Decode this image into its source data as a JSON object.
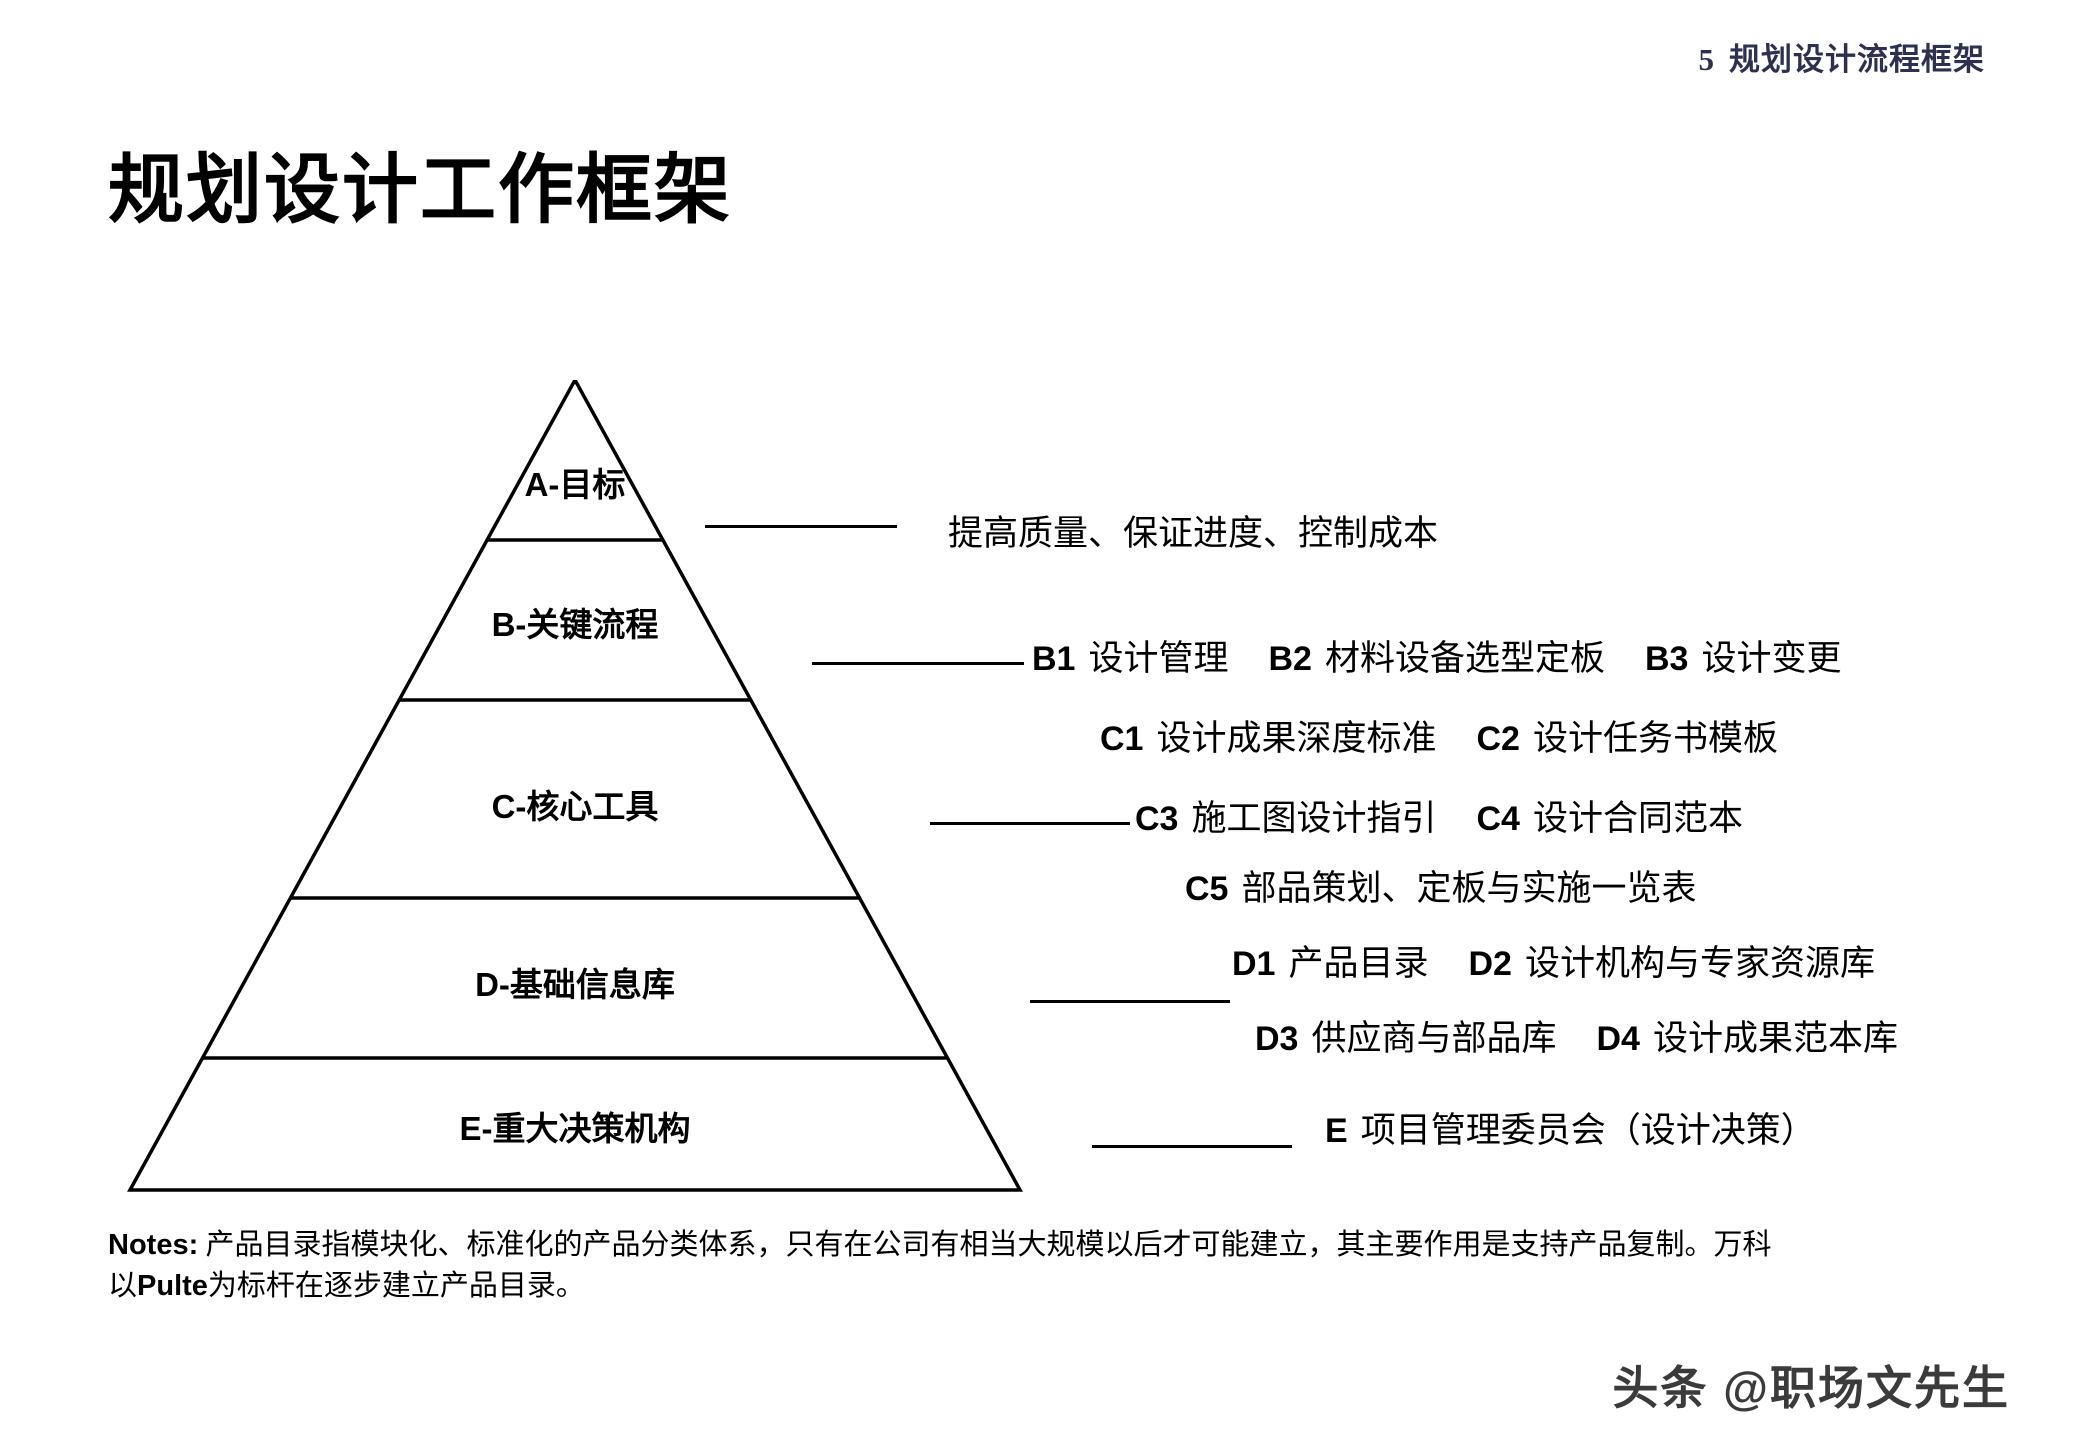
{
  "header": {
    "number": "5",
    "title": "规划设计流程框架",
    "color": "#2e3050"
  },
  "title": "规划设计工作框架",
  "pyramid": {
    "tiers": [
      {
        "key": "A-",
        "label": "目标"
      },
      {
        "key": "B-",
        "label": "关键流程"
      },
      {
        "key": "C-",
        "label": "核心工具"
      },
      {
        "key": "D-",
        "label": "基础信息库"
      },
      {
        "key": "E-",
        "label": "重大决策机构"
      }
    ]
  },
  "details": {
    "a": {
      "text": "提高质量、保证进度、控制成本"
    },
    "b": [
      {
        "code": "B1",
        "text": "设计管理"
      },
      {
        "code": "B2",
        "text": "材料设备选型定板"
      },
      {
        "code": "B3",
        "text": "设计变更"
      }
    ],
    "c_row1": [
      {
        "code": "C1",
        "text": "设计成果深度标准"
      },
      {
        "code": "C2",
        "text": "设计任务书模板"
      }
    ],
    "c_row2": [
      {
        "code": "C3",
        "text": "施工图设计指引"
      },
      {
        "code": "C4",
        "text": "设计合同范本"
      }
    ],
    "c_row3": [
      {
        "code": "C5",
        "text": "部品策划、定板与实施一览表"
      }
    ],
    "d_row1": [
      {
        "code": "D1",
        "text": "产品目录"
      },
      {
        "code": "D2",
        "text": "设计机构与专家资源库"
      }
    ],
    "d_row2": [
      {
        "code": "D3",
        "text": "供应商与部品库"
      },
      {
        "code": "D4",
        "text": "设计成果范本库"
      }
    ],
    "e": [
      {
        "code": "E",
        "text": "项目管理委员会（设计决策）"
      }
    ]
  },
  "notes": {
    "label": "Notes:",
    "line1_a": " 产品目录指模块化、标准化的产品分类体系，只有在公司有相当大规模以后才可能建立，其主要作用是支持产品复制。万科",
    "line2_a": "以",
    "brand": "Pulte",
    "line2_b": "为标杆在逐步建立产品目录。"
  },
  "watermark": "头条 @职场文先生"
}
